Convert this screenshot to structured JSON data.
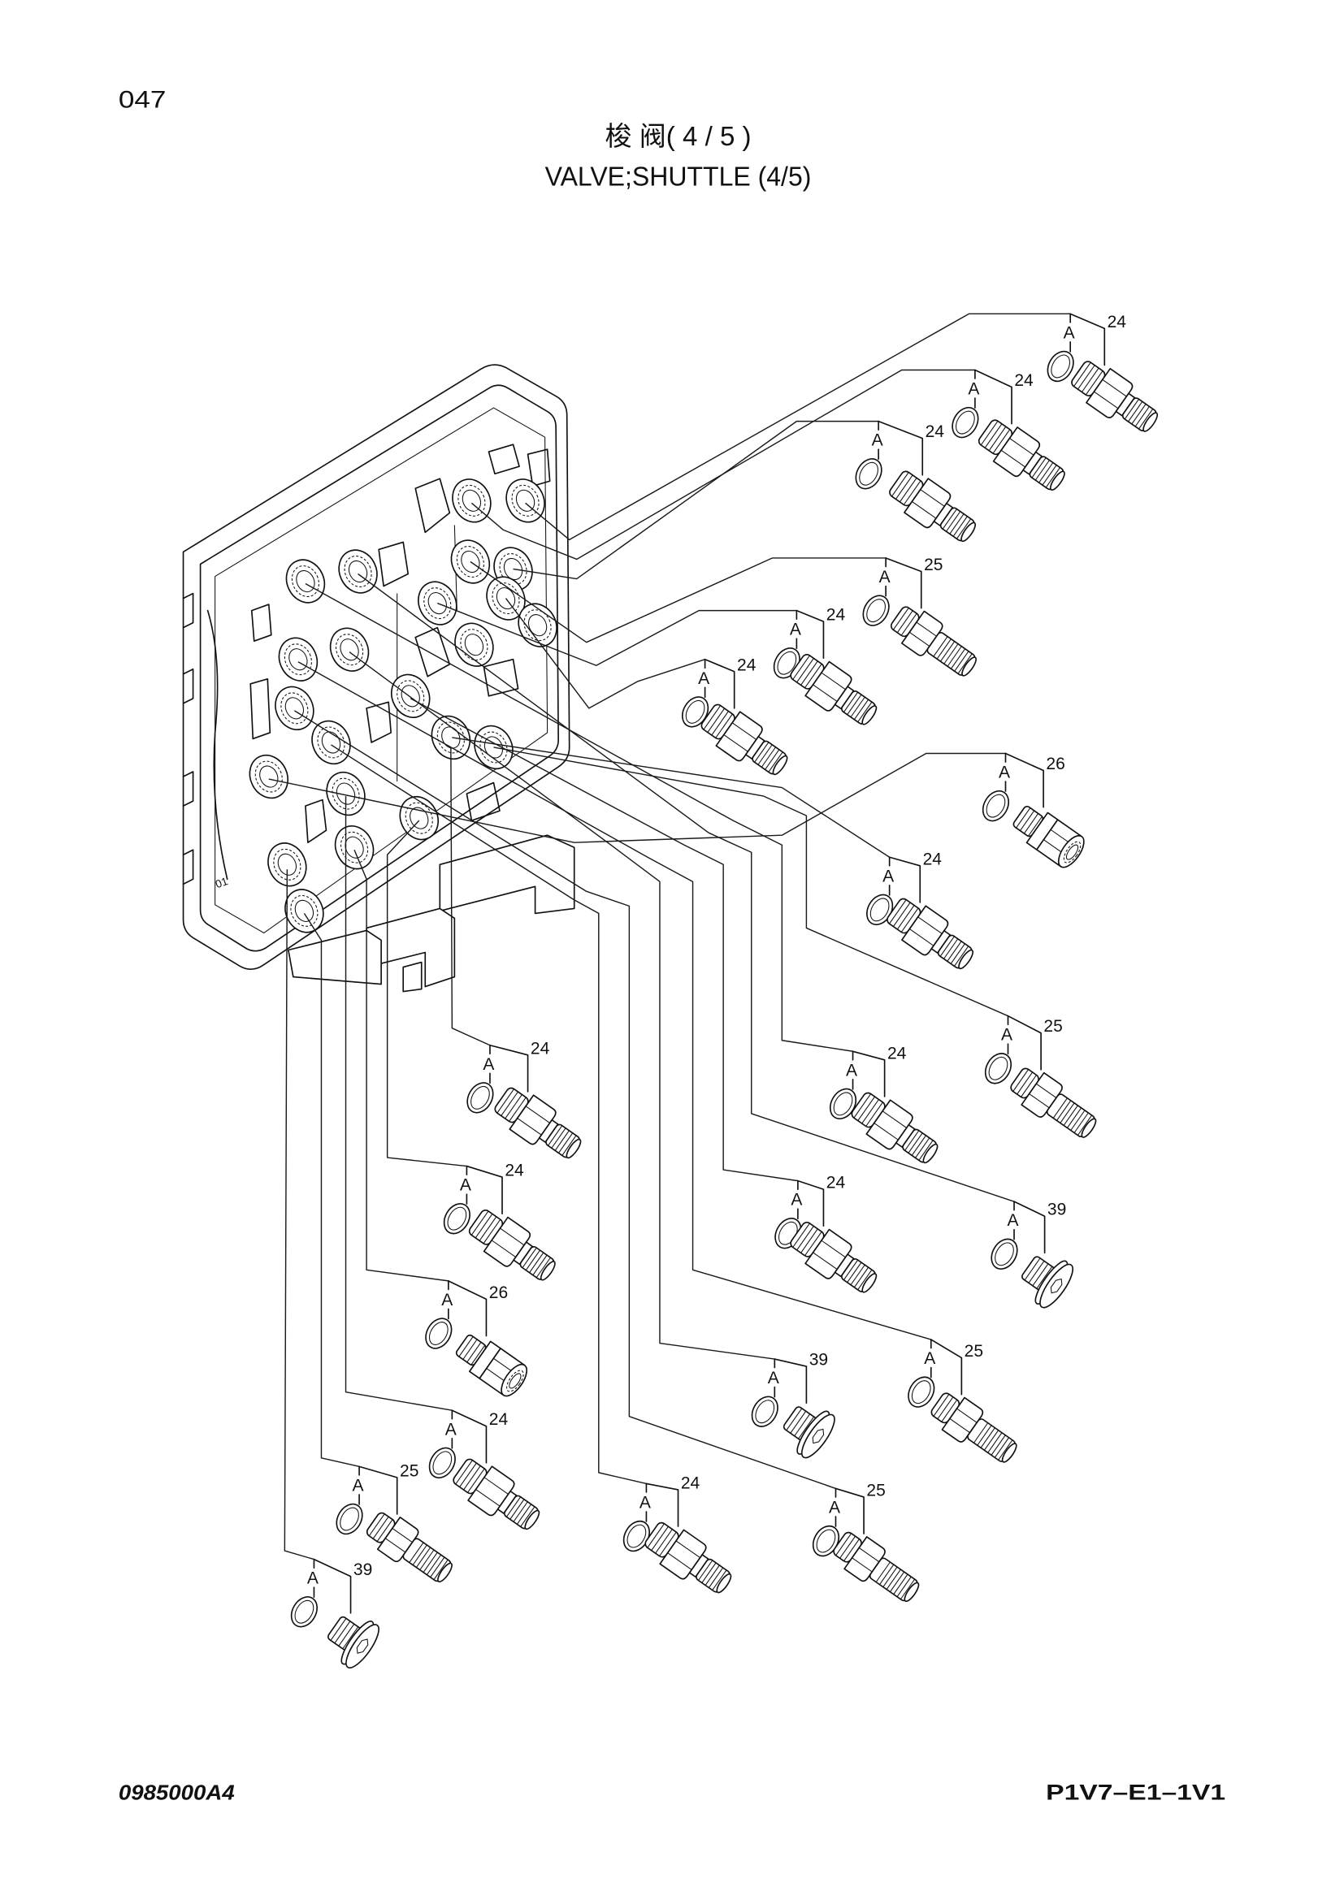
{
  "page": {
    "number": "047",
    "title_cn": "梭 阀( 4 / 5 )",
    "title_en": "VALVE;SHUTTLE (4/5)"
  },
  "block": {
    "mark": "01"
  },
  "footer": {
    "left": "0985000A4",
    "right": "P1V7–E1–1V1"
  },
  "callouts": [
    {
      "ref": "A",
      "part": "24",
      "shape": "adapter-icon"
    },
    {
      "ref": "A",
      "part": "24",
      "shape": "adapter-icon"
    },
    {
      "ref": "A",
      "part": "24",
      "shape": "adapter-icon"
    },
    {
      "ref": "A",
      "part": "25",
      "shape": "adapter-long-icon"
    },
    {
      "ref": "A",
      "part": "24",
      "shape": "adapter-icon"
    },
    {
      "ref": "A",
      "part": "24",
      "shape": "adapter-icon"
    },
    {
      "ref": "A",
      "part": "26",
      "shape": "socket-icon"
    },
    {
      "ref": "A",
      "part": "24",
      "shape": "adapter-icon"
    },
    {
      "ref": "A",
      "part": "25",
      "shape": "adapter-long-icon"
    },
    {
      "ref": "A",
      "part": "24",
      "shape": "adapter-icon"
    },
    {
      "ref": "A",
      "part": "24",
      "shape": "adapter-icon"
    },
    {
      "ref": "A",
      "part": "24",
      "shape": "adapter-icon"
    },
    {
      "ref": "A",
      "part": "39",
      "shape": "plug-icon"
    },
    {
      "ref": "A",
      "part": "24",
      "shape": "adapter-icon"
    },
    {
      "ref": "A",
      "part": "26",
      "shape": "socket-icon"
    },
    {
      "ref": "A",
      "part": "25",
      "shape": "adapter-long-icon"
    },
    {
      "ref": "A",
      "part": "39",
      "shape": "plug-icon"
    },
    {
      "ref": "A",
      "part": "24",
      "shape": "adapter-icon"
    },
    {
      "ref": "A",
      "part": "25",
      "shape": "adapter-long-icon"
    },
    {
      "ref": "A",
      "part": "24",
      "shape": "adapter-icon"
    },
    {
      "ref": "A",
      "part": "25",
      "shape": "adapter-long-icon"
    },
    {
      "ref": "A",
      "part": "39",
      "shape": "plug-icon"
    }
  ],
  "colors": {
    "line": "#111111",
    "background": "#ffffff"
  }
}
